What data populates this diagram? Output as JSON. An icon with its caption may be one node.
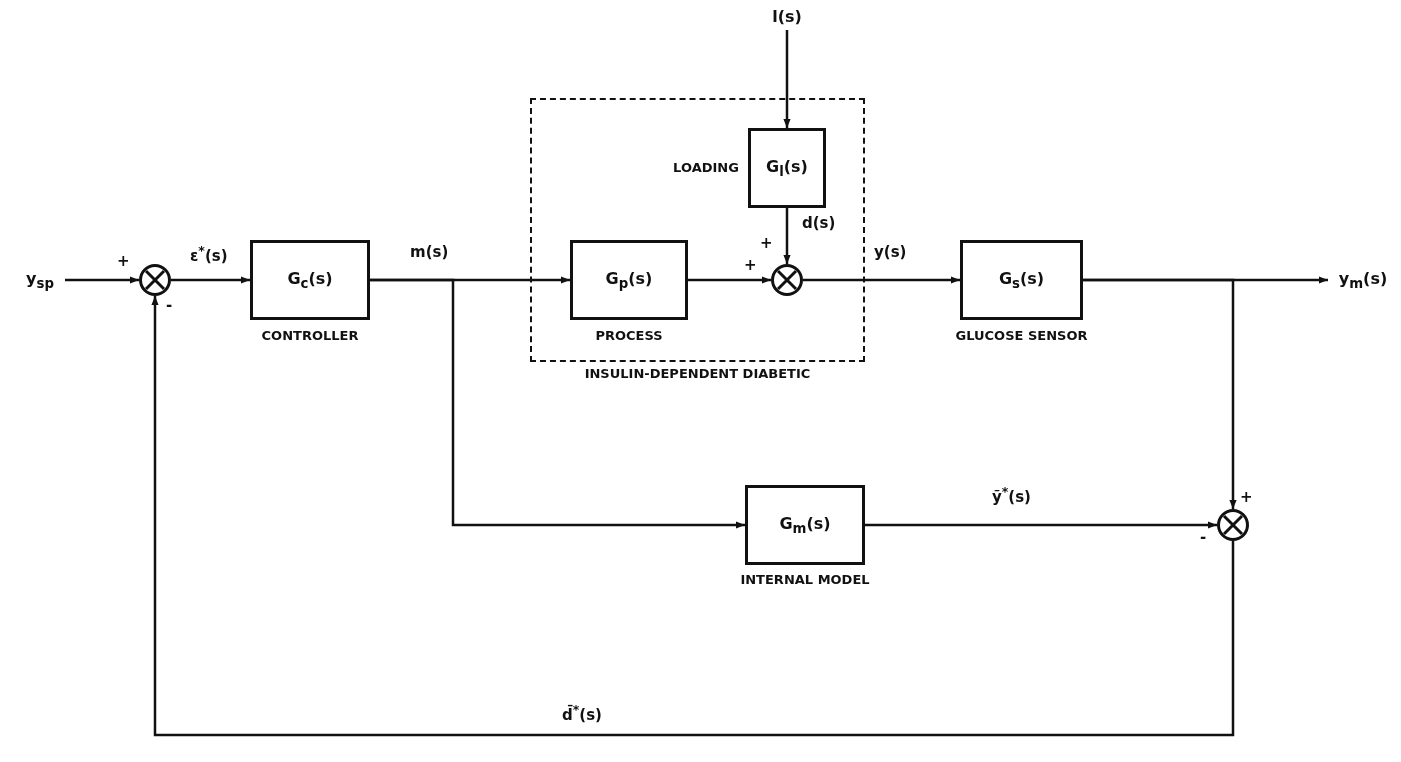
{
  "diagram": {
    "nodes": [
      {
        "text": [
          "y$_{sp}$"
        ]
      },
      {
        "text": [],
        "shape": "circle",
        "beside": [
          "+",
          "-"
        ]
      },
      {
        "text": [
          "G$_{c}$(s)"
        ],
        "beside": [
          "CONTROLLER"
        ]
      },
      {
        "text": [
          "INSULIN-DEPENDENT DIABETIC"
        ]
      },
      {
        "text": [
          "G$_{p}$(s)"
        ],
        "in": 3,
        "beside": [
          "PROCESS"
        ]
      },
      {
        "text": [
          "G$_{l}$(s)"
        ],
        "in": 3,
        "beside": [
          "LOADING"
        ]
      },
      {
        "text": [],
        "shape": "circle",
        "in": 3,
        "beside": [
          "+",
          "+"
        ]
      },
      {
        "text": [
          "l(s)"
        ]
      },
      {
        "text": [
          "G$_{s}$(s)"
        ],
        "beside": [
          "GLUCOSE SENSOR"
        ]
      },
      {
        "text": [
          "y$_{m}$(s)"
        ]
      },
      {
        "text": [
          "G$_{m}$(s)"
        ],
        "beside": [
          "INTERNAL MODEL"
        ]
      },
      {
        "text": [],
        "shape": "circle",
        "beside": [
          "+",
          "-"
        ]
      }
    ],
    "edges": [
      {
        "from": 0,
        "to": 1,
        "arrow": "to"
      },
      {
        "from": 1,
        "to": 2,
        "arrow": "to",
        "label": "ε$^{*}$(s)"
      },
      {
        "from": 2,
        "to": 4,
        "arrow": "to",
        "label": "m(s)"
      },
      {
        "from": 2,
        "to": 10,
        "arrow": "to"
      },
      {
        "from": 7,
        "to": 5,
        "arrow": "to"
      },
      {
        "from": 5,
        "to": 6,
        "arrow": "to",
        "label": "d(s)"
      },
      {
        "from": 4,
        "to": 6,
        "arrow": "to"
      },
      {
        "from": 6,
        "to": 8,
        "arrow": "to",
        "label": "y(s)"
      },
      {
        "from": 8,
        "to": 9,
        "arrow": "to"
      },
      {
        "from": 8,
        "to": 11,
        "arrow": "to"
      },
      {
        "from": 10,
        "to": 11,
        "arrow": "to",
        "label": "ỹ$^{*}$(s)"
      },
      {
        "from": 11,
        "to": 1,
        "arrow": "to",
        "label": "d̄$^{*}$(s)"
      }
    ]
  }
}
